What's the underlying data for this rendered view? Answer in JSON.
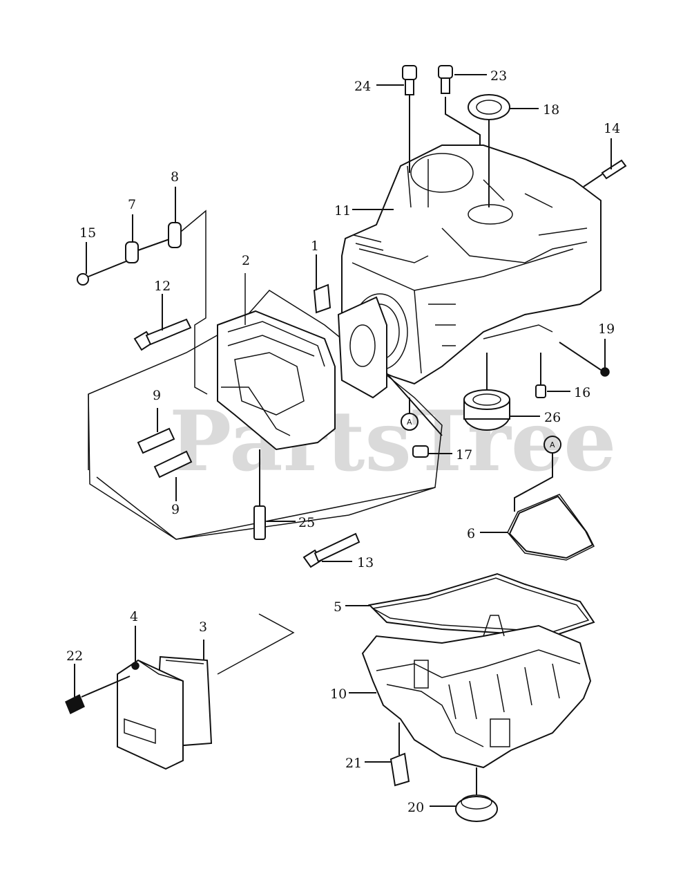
{
  "watermark": "PartsTree",
  "callouts": {
    "c1": "1",
    "c2": "2",
    "c3": "3",
    "c4": "4",
    "c5": "5",
    "c6": "6",
    "c7": "7",
    "c8": "8",
    "c9a": "9",
    "c9b": "9",
    "c10": "10",
    "c11": "11",
    "c12": "12",
    "c13": "13",
    "c14": "14",
    "c15": "15",
    "c16": "16",
    "c17": "17",
    "c18": "18",
    "c19": "19",
    "c20": "20",
    "c21": "21",
    "c22": "22",
    "c23": "23",
    "c24": "24",
    "c25": "25",
    "c26": "26"
  },
  "reference_marks": {
    "left": "A",
    "right": "A"
  }
}
